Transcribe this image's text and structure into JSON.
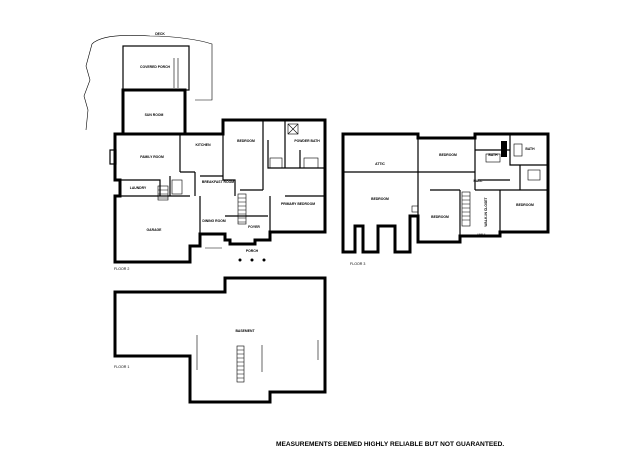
{
  "floors": {
    "floor2": {
      "label": "FLOOR 2",
      "rooms": {
        "deck": "DECK",
        "covered_porch": "COVERED PORCH",
        "sun_room": "SUN ROOM",
        "bedroom": "BEDROOM",
        "powder_bath": "POWDER BATH",
        "family_room": "FAMILY ROOM",
        "kitchen": "KITCHEN",
        "laundry": "LAUNDRY",
        "breakfast_room": "BREAKFAST ROOM",
        "primary_bedroom": "PRIMARY BEDROOM",
        "dining_room": "DINING ROOM",
        "garage": "GARAGE",
        "foyer": "FOYER",
        "porch": "PORCH"
      }
    },
    "floor3": {
      "label": "FLOOR 3",
      "rooms": {
        "attic": "ATTIC",
        "bedroom_a": "BEDROOM",
        "bath_a": "BATH",
        "bath_b": "BATH",
        "bedroom_b": "BEDROOM",
        "bedroom_c": "BEDROOM",
        "bedroom_d": "BEDROOM",
        "hall": "HALL",
        "walk_in_closet": "WALK-IN CLOSET"
      }
    },
    "floor1": {
      "label": "FLOOR 1",
      "rooms": {
        "basement": "BASEMENT"
      }
    }
  },
  "disclaimer": "MEASUREMENTS DEEMED HIGHLY RELIABLE BUT NOT GUARANTEED."
}
